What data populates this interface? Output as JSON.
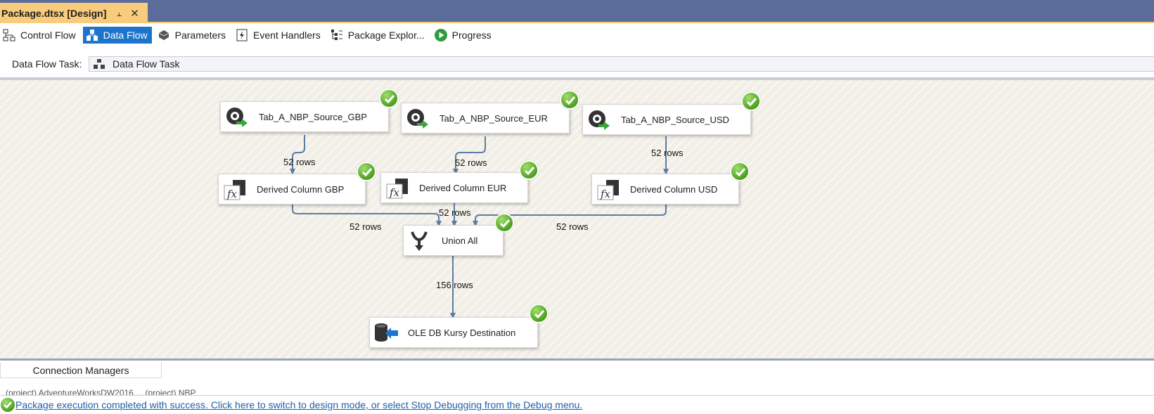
{
  "document_tab": {
    "title": "Package.dtsx [Design]",
    "pin_icon": "pin-icon",
    "close_icon": "close-icon"
  },
  "designer_tabs": [
    {
      "label": "Control Flow",
      "icon": "control-flow-icon",
      "active": false
    },
    {
      "label": "Data Flow",
      "icon": "data-flow-icon",
      "active": true
    },
    {
      "label": "Parameters",
      "icon": "parameters-icon",
      "active": false
    },
    {
      "label": "Event Handlers",
      "icon": "event-handlers-icon",
      "active": false
    },
    {
      "label": "Package Explor...",
      "icon": "package-explorer-icon",
      "active": false
    },
    {
      "label": "Progress",
      "icon": "progress-icon",
      "active": false
    }
  ],
  "data_flow_task": {
    "label": "Data Flow Task:",
    "selected": "Data Flow Task"
  },
  "components": {
    "src_gbp": "Tab_A_NBP_Source_GBP",
    "src_eur": "Tab_A_NBP_Source_EUR",
    "src_usd": "Tab_A_NBP_Source_USD",
    "der_gbp": "Derived Column GBP",
    "der_eur": "Derived Column EUR",
    "der_usd": "Derived Column USD",
    "union": "Union All",
    "dest": "OLE DB Kursy Destination"
  },
  "row_counts": {
    "gbp_to_der": "52 rows",
    "eur_to_der": "52 rows",
    "usd_to_der": "52 rows",
    "der_gbp_to_union": "52 rows",
    "der_eur_to_union": "52 rows",
    "der_usd_to_union": "52 rows",
    "union_to_dest": "156 rows"
  },
  "connection_managers": {
    "tab_label": "Connection Managers",
    "items": "(project) AdventureWorksDW2016 ... (project) NBP"
  },
  "status": {
    "message": "Package execution completed with success. Click here to switch to design mode, or select Stop Debugging from the Debug menu.",
    "icon": "success-check-icon"
  },
  "colors": {
    "title_bar": "#5b6c9a",
    "doc_tab": "#f9cc7d",
    "active_tab": "#1c74cc",
    "success": "#4e9e22",
    "connector": "#5d7ba6"
  }
}
